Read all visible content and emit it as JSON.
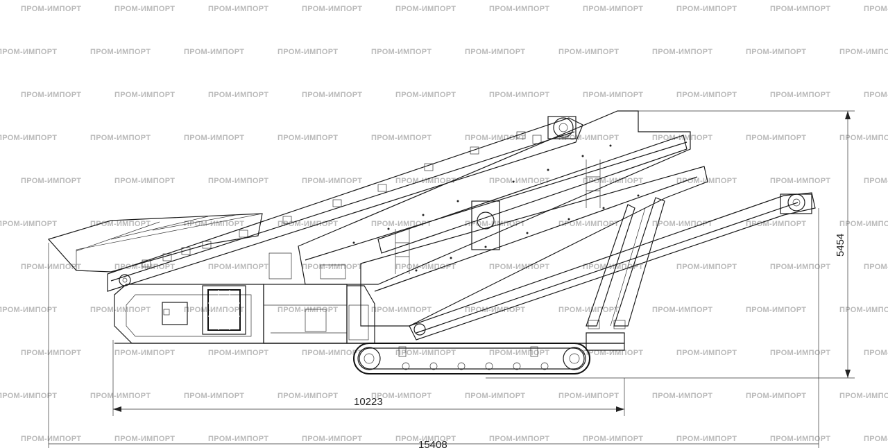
{
  "watermark": {
    "text": "ПРОМ-ИМПОРТ"
  },
  "dimensions": {
    "height_total": "5454",
    "length_tracks": "10223",
    "length_total": "15408"
  }
}
